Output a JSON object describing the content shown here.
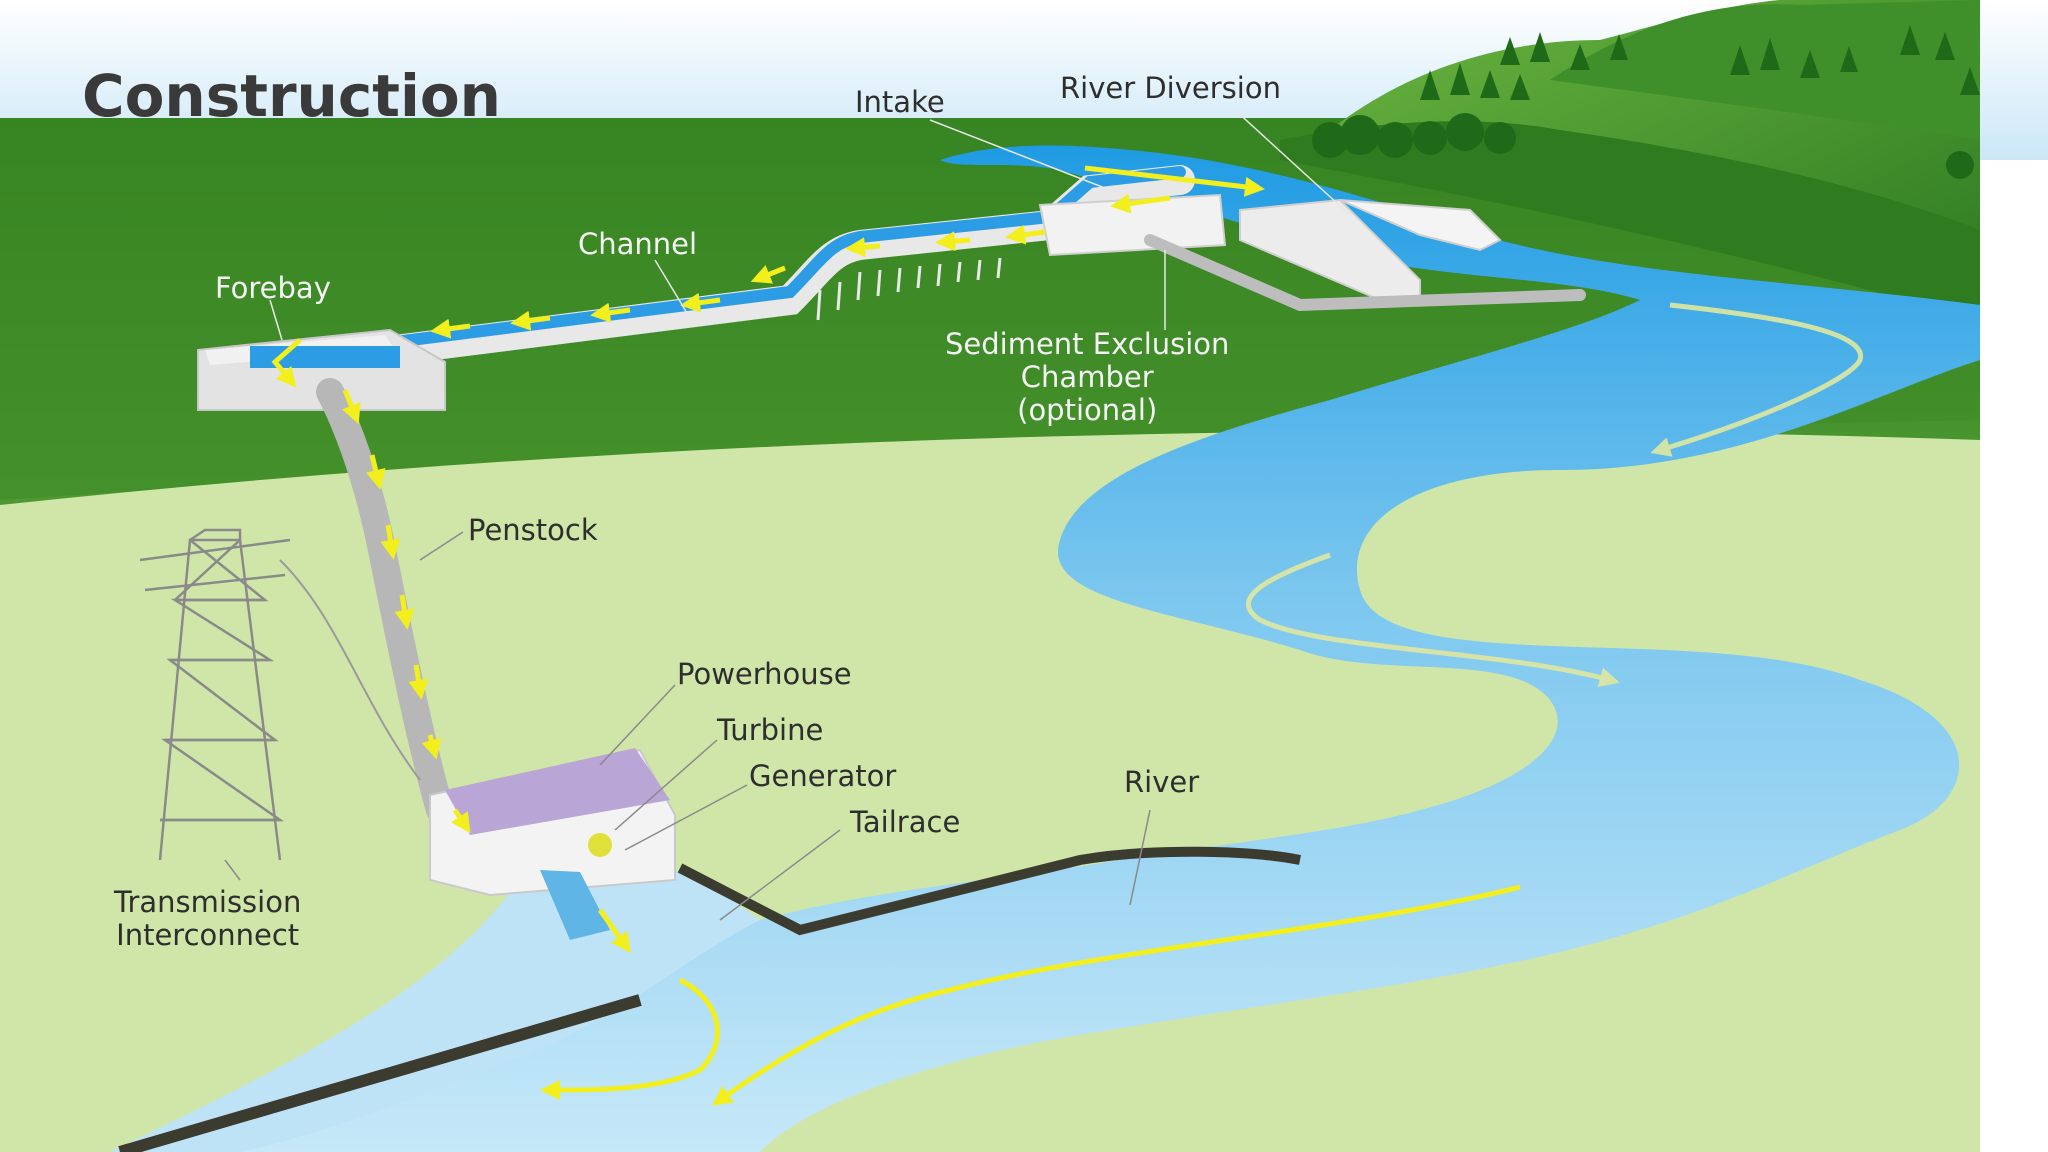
{
  "title": "Construction",
  "colors": {
    "sky": "#d9eef9",
    "grass_dark": "#2f7d1f",
    "grass_mid": "#5b9e3a",
    "grass_light": "#cfe6a8",
    "water": "#3aa7e6",
    "water_light": "#bfe3f6",
    "flow_arrow": "#f2ef1d",
    "concrete": "#e6e6e6",
    "roof": "#b9a6d6"
  },
  "labels": {
    "intake": "Intake",
    "river_diversion": "River Diversion",
    "channel": "Channel",
    "forebay": "Forebay",
    "sediment": [
      "Sediment Exclusion",
      "Chamber",
      "(optional)"
    ],
    "penstock": "Penstock",
    "powerhouse": "Powerhouse",
    "turbine": "Turbine",
    "generator": "Generator",
    "tailrace": "Tailrace",
    "river": "River",
    "transmission": [
      "Transmission",
      "Interconnect"
    ]
  }
}
